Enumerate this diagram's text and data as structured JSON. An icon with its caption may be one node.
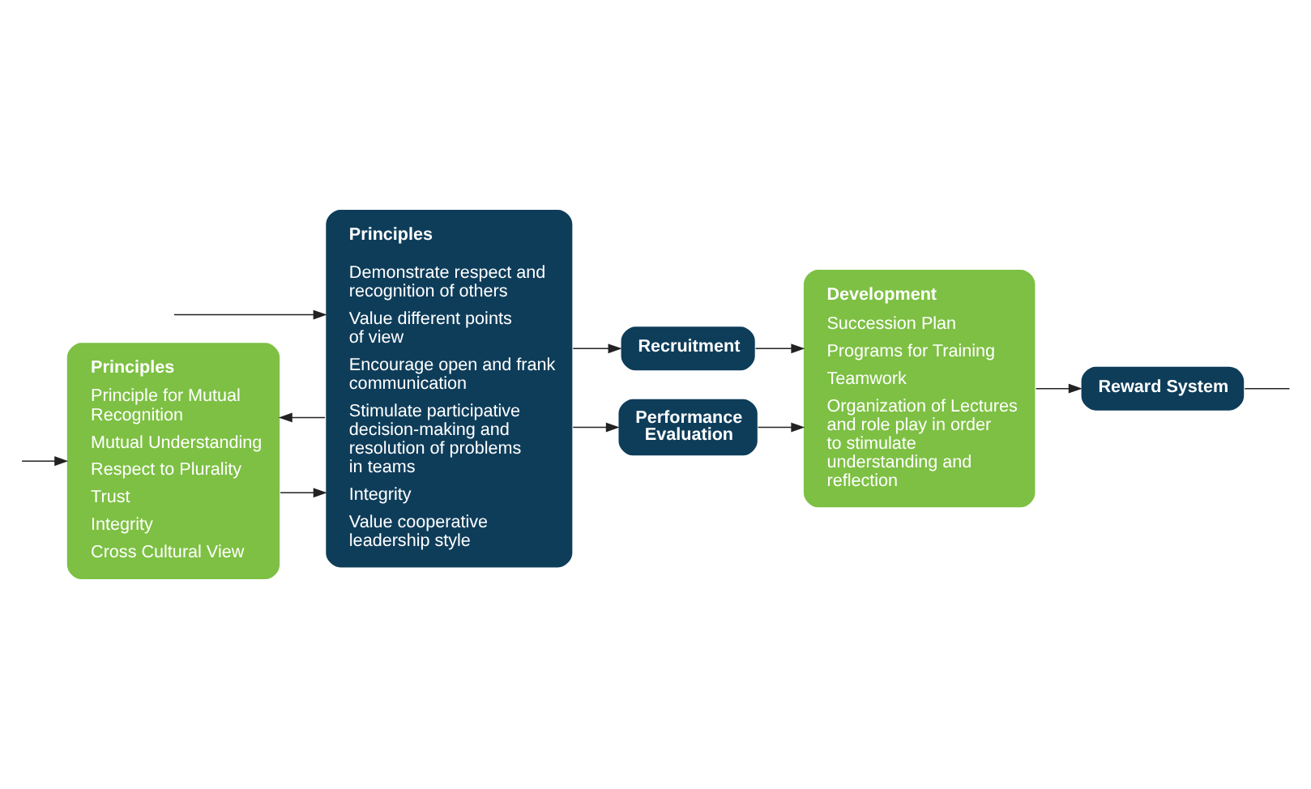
{
  "diagram": {
    "nodes": [
      {
        "text": [
          "Principles",
          "Principle for Mutual Recognition",
          "Mutual Understanding",
          "Respect to Plurality",
          "Trust",
          "Integrity",
          "Cross Cultural View"
        ]
      },
      {
        "text": [
          "Principles",
          "Demonstrate respect and recognition of others",
          "Value different points of view",
          "Encourage open and frank communication",
          "Stimulate participative decision-making and resolution of problems in teams",
          "Integrity",
          "Value cooperative leadership style"
        ]
      },
      {
        "text": [
          "Recruitment"
        ]
      },
      {
        "text": [
          "Performance Evaluation"
        ]
      },
      {
        "text": [
          "Development",
          "Succession Plan",
          "Programs for Training",
          "Teamwork",
          "Organization of Lectures and role play in order to stimulate understanding and reflection"
        ]
      },
      {
        "text": [
          "Reward System"
        ]
      }
    ],
    "edges": [
      {
        "from": 0,
        "to": 1,
        "arrow": "to"
      },
      {
        "from": 1,
        "to": 0,
        "arrow": "to"
      },
      {
        "from": 1,
        "to": 2,
        "arrow": "to"
      },
      {
        "from": 1,
        "to": 3,
        "arrow": "to"
      },
      {
        "from": 2,
        "to": 4,
        "arrow": "to"
      },
      {
        "from": 3,
        "to": 4,
        "arrow": "to"
      },
      {
        "from": 4,
        "to": 5,
        "arrow": "to"
      },
      {
        "from": null,
        "to": 0,
        "arrow": "to"
      },
      {
        "from": null,
        "to": 1,
        "arrow": "to"
      },
      {
        "from": 5,
        "to": null,
        "arrow": "none"
      }
    ]
  }
}
